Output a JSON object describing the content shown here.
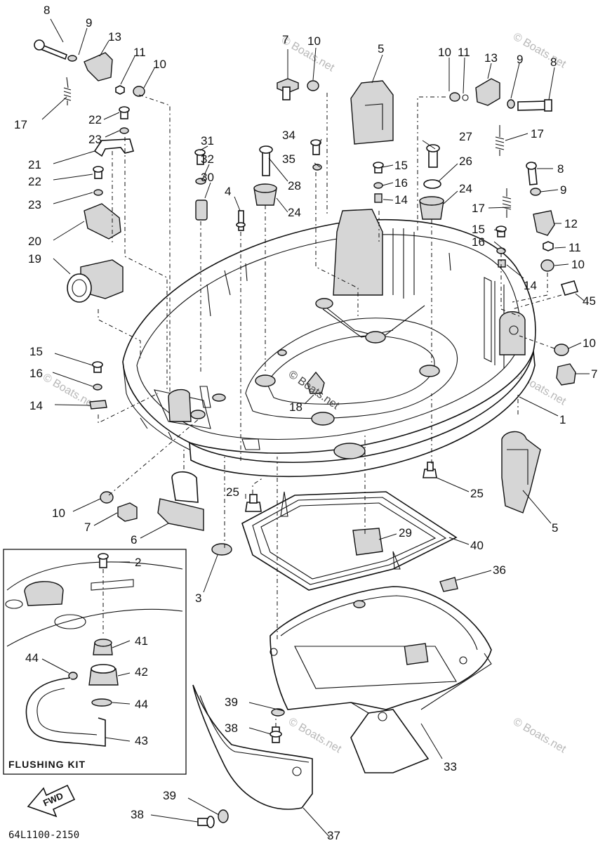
{
  "diagram": {
    "drawing_code": "64L1100-2150",
    "watermark": "© Boats.net",
    "watermark_center": "© Boats.net",
    "inset_title": "FLUSHING KIT",
    "fwd_label": "FWD"
  },
  "callouts": [
    {
      "id": "c8a",
      "text": "8"
    },
    {
      "id": "c9a",
      "text": "9"
    },
    {
      "id": "c13a",
      "text": "13"
    },
    {
      "id": "c11a",
      "text": "11"
    },
    {
      "id": "c10a",
      "text": "10"
    },
    {
      "id": "c17a",
      "text": "17"
    },
    {
      "id": "c22a",
      "text": "22"
    },
    {
      "id": "c23a",
      "text": "23"
    },
    {
      "id": "c21",
      "text": "21"
    },
    {
      "id": "c22b",
      "text": "22"
    },
    {
      "id": "c23b",
      "text": "23"
    },
    {
      "id": "c20",
      "text": "20"
    },
    {
      "id": "c19",
      "text": "19"
    },
    {
      "id": "c15a",
      "text": "15"
    },
    {
      "id": "c16a",
      "text": "16"
    },
    {
      "id": "c14a",
      "text": "14"
    },
    {
      "id": "c7a",
      "text": "7"
    },
    {
      "id": "c10b",
      "text": "10"
    },
    {
      "id": "c5a",
      "text": "5"
    },
    {
      "id": "c10c",
      "text": "10"
    },
    {
      "id": "c11b",
      "text": "11"
    },
    {
      "id": "c13b",
      "text": "13"
    },
    {
      "id": "c9b",
      "text": "9"
    },
    {
      "id": "c8b",
      "text": "8"
    },
    {
      "id": "c17b",
      "text": "17"
    },
    {
      "id": "c31",
      "text": "31"
    },
    {
      "id": "c32",
      "text": "32"
    },
    {
      "id": "c30",
      "text": "30"
    },
    {
      "id": "c4",
      "text": "4"
    },
    {
      "id": "c34",
      "text": "34"
    },
    {
      "id": "c35",
      "text": "35"
    },
    {
      "id": "c28",
      "text": "28"
    },
    {
      "id": "c24a",
      "text": "24"
    },
    {
      "id": "c27",
      "text": "27"
    },
    {
      "id": "c15b",
      "text": "15"
    },
    {
      "id": "c16b",
      "text": "16"
    },
    {
      "id": "c14b",
      "text": "14"
    },
    {
      "id": "c26",
      "text": "26"
    },
    {
      "id": "c24b",
      "text": "24"
    },
    {
      "id": "c8c",
      "text": "8"
    },
    {
      "id": "c9c",
      "text": "9"
    },
    {
      "id": "c17c",
      "text": "17"
    },
    {
      "id": "c12",
      "text": "12"
    },
    {
      "id": "c15c",
      "text": "15"
    },
    {
      "id": "c16c",
      "text": "16"
    },
    {
      "id": "c11c",
      "text": "11"
    },
    {
      "id": "c10d",
      "text": "10"
    },
    {
      "id": "c14c",
      "text": "14"
    },
    {
      "id": "c45",
      "text": "45"
    },
    {
      "id": "c10e",
      "text": "10"
    },
    {
      "id": "c7b",
      "text": "7"
    },
    {
      "id": "c1",
      "text": "1"
    },
    {
      "id": "c18",
      "text": "18"
    },
    {
      "id": "c10f",
      "text": "10"
    },
    {
      "id": "c7c",
      "text": "7"
    },
    {
      "id": "c6",
      "text": "6"
    },
    {
      "id": "c25a",
      "text": "25"
    },
    {
      "id": "c25b",
      "text": "25"
    },
    {
      "id": "c5b",
      "text": "5"
    },
    {
      "id": "c29",
      "text": "29"
    },
    {
      "id": "c40",
      "text": "40"
    },
    {
      "id": "c36",
      "text": "36"
    },
    {
      "id": "c3",
      "text": "3"
    },
    {
      "id": "c2",
      "text": "2"
    },
    {
      "id": "c41",
      "text": "41"
    },
    {
      "id": "c44a",
      "text": "44"
    },
    {
      "id": "c42",
      "text": "42"
    },
    {
      "id": "c44b",
      "text": "44"
    },
    {
      "id": "c43",
      "text": "43"
    },
    {
      "id": "c39a",
      "text": "39"
    },
    {
      "id": "c38a",
      "text": "38"
    },
    {
      "id": "c33",
      "text": "33"
    },
    {
      "id": "c39b",
      "text": "39"
    },
    {
      "id": "c38b",
      "text": "38"
    },
    {
      "id": "c37",
      "text": "37"
    }
  ]
}
